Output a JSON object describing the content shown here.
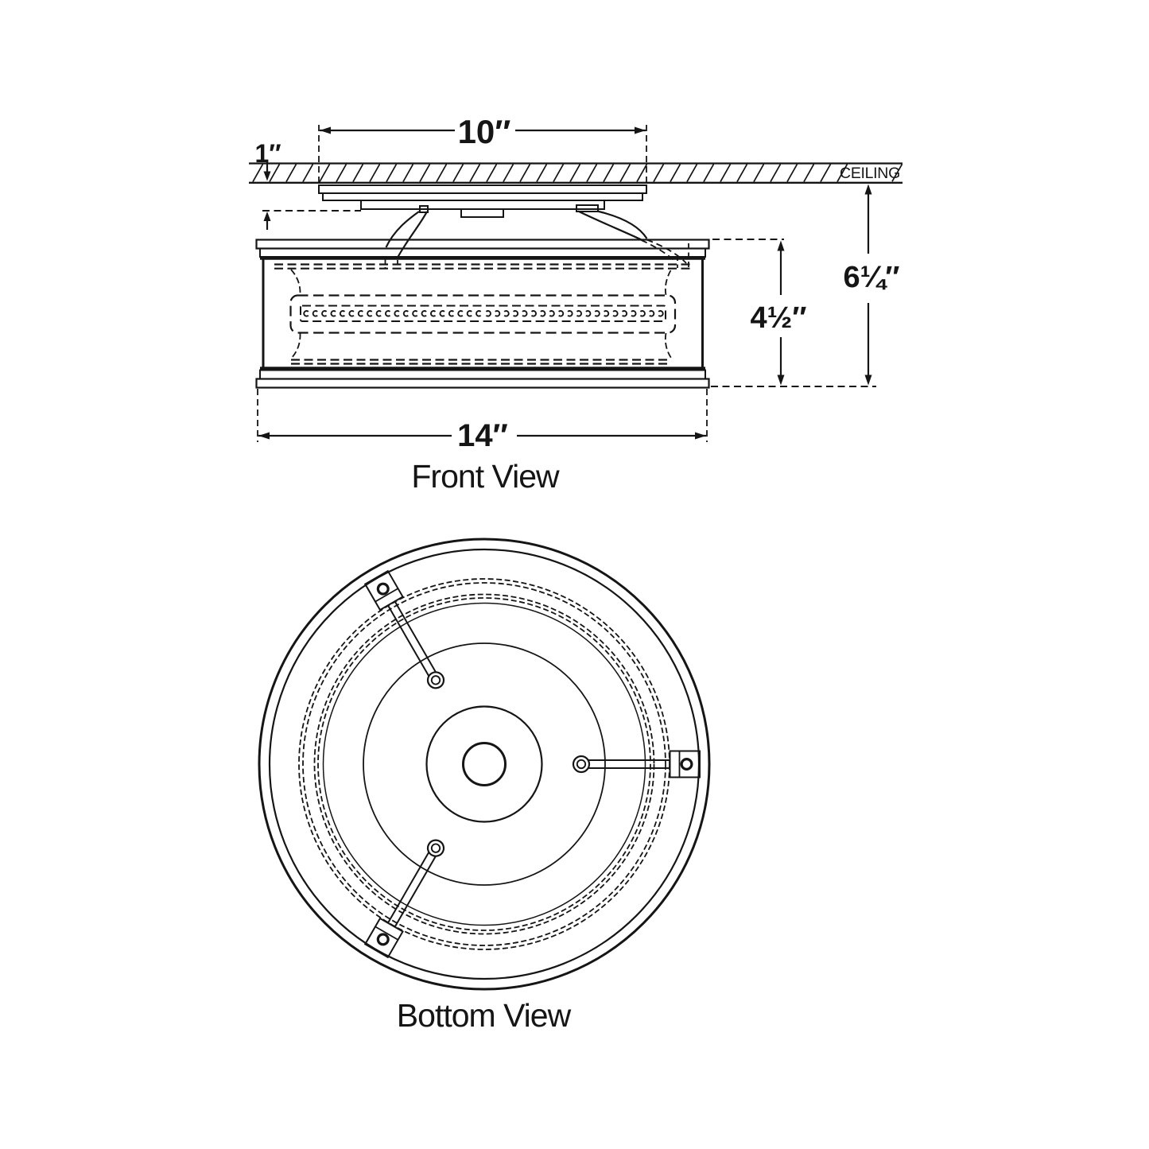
{
  "drawing": {
    "front_view": {
      "label": "Front View",
      "ceiling_label": "CEILING",
      "dim_canopy_width": "10″",
      "dim_ceiling_offset": "1″",
      "dim_overall_height": "6¼″",
      "dim_body_height": "4½″",
      "dim_diameter": "14″"
    },
    "bottom_view": {
      "label": "Bottom View"
    }
  }
}
